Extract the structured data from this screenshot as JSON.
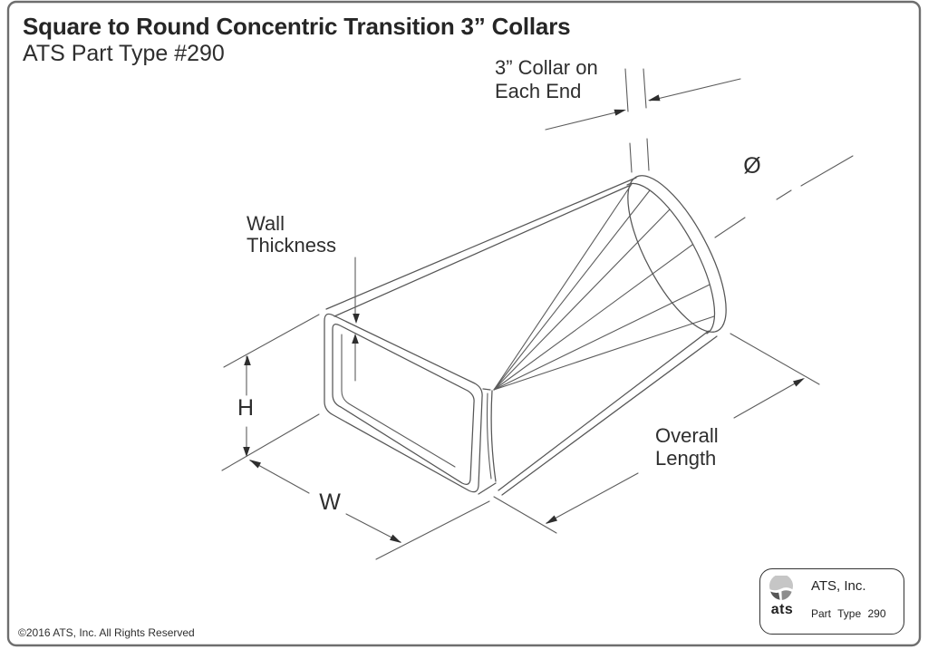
{
  "header": {
    "title": "Square to Round Concentric Transition 3” Collars",
    "subtitle": "ATS Part Type #290"
  },
  "diagram": {
    "collar_label_line1": "3” Collar on",
    "collar_label_line2": "Each End",
    "diameter_symbol": "Ø",
    "wall_label_line1": "Wall",
    "wall_label_line2": "Thickness",
    "height_label": "H",
    "width_label": "W",
    "length_label_line1": "Overall",
    "length_label_line2": "Length"
  },
  "footer": {
    "copyright": "©2016 ATS, Inc. All Rights Reserved"
  },
  "logo_box": {
    "company": "ATS, Inc.",
    "part_type_label": "Part Type 290",
    "logo_text": "ats"
  },
  "colors": {
    "line": "#565656",
    "text": "#2a2a2a",
    "border": "#6e6e6e"
  }
}
